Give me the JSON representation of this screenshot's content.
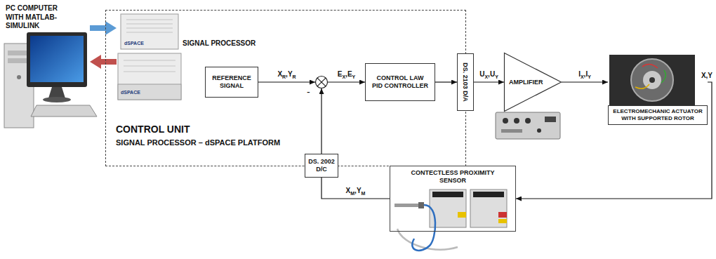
{
  "diagram": {
    "nodes": [
      {
        "text": [
          "CONTROL UNIT",
          "SIGNAL PROCESSOR – dSPACE PLATFORM"
        ]
      },
      {
        "text": [
          "REFERENCE SIGNAL"
        ],
        "in": 0
      },
      {
        "text": [
          "-"
        ],
        "in": 0
      },
      {
        "text": [
          "CONTROL LAW PID CONTROLLER"
        ],
        "in": 0
      },
      {
        "text": [
          "DS. 2103 D/A"
        ]
      },
      {
        "text": [
          "AMPLIFIER"
        ]
      },
      {
        "text": [
          "ELECTROMECHANIC ACTUATOR WITH SUPPORTED ROTOR"
        ]
      },
      {
        "text": [
          "CONTECTLESS PROXIMITY SENSOR"
        ]
      },
      {
        "text": [
          "DS. 2002 D/C"
        ]
      }
    ],
    "edges": [
      {
        "from": 1,
        "to": 2,
        "label": "XR,YR",
        "arrow": "to"
      },
      {
        "from": 2,
        "to": 3,
        "label": "EX,EY",
        "arrow": "to"
      },
      {
        "from": 3,
        "to": 4,
        "arrow": "to"
      },
      {
        "from": 4,
        "to": 5,
        "label": "UX,UY",
        "arrow": "to"
      },
      {
        "from": 5,
        "to": 6,
        "label": "IX,IY",
        "arrow": "to"
      },
      {
        "from": 6,
        "to": 7,
        "label": "X,Y",
        "arrow": "to"
      },
      {
        "from": 7,
        "to": 8,
        "label": "XM,YM",
        "arrow": "none"
      },
      {
        "from": 8,
        "to": 2,
        "arrow": "to"
      }
    ],
    "labels": [
      "PC COMPUTER WITH MATLAB-SIMULINK",
      "SIGNAL PROCESSOR",
      "dSPACE",
      "dSPACE"
    ]
  }
}
